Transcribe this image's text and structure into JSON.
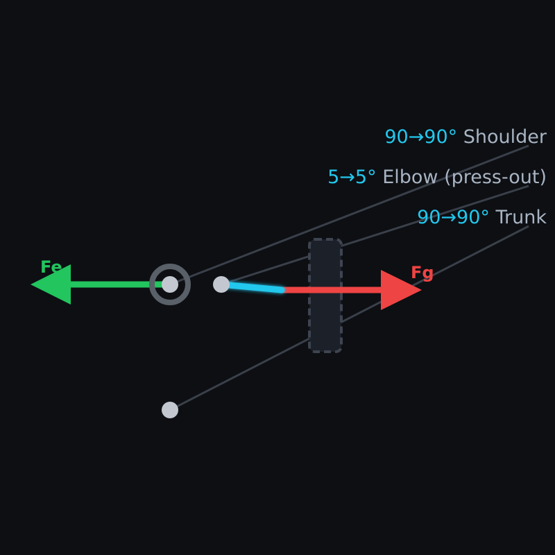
{
  "colors": {
    "background": "#0d0f13",
    "accent_value": "#22c8ee",
    "label_text": "#a9b4c2",
    "leader_line": "#3a404a",
    "joint": "#c3c8d0",
    "shoulder_ring": "#5a6068",
    "forearm": "#22c8ee",
    "force_e": "#22c55e",
    "force_g": "#ef4444",
    "handle": "#1c2029",
    "handle_border": "#3e4450"
  },
  "angles": [
    {
      "value": "90→90°",
      "name": "Shoulder"
    },
    {
      "value": "5→5°",
      "name": "Elbow (press-out)"
    },
    {
      "value": "90→90°",
      "name": "Trunk"
    }
  ],
  "forces": {
    "e_label": "Fe",
    "g_label": "Fg"
  }
}
